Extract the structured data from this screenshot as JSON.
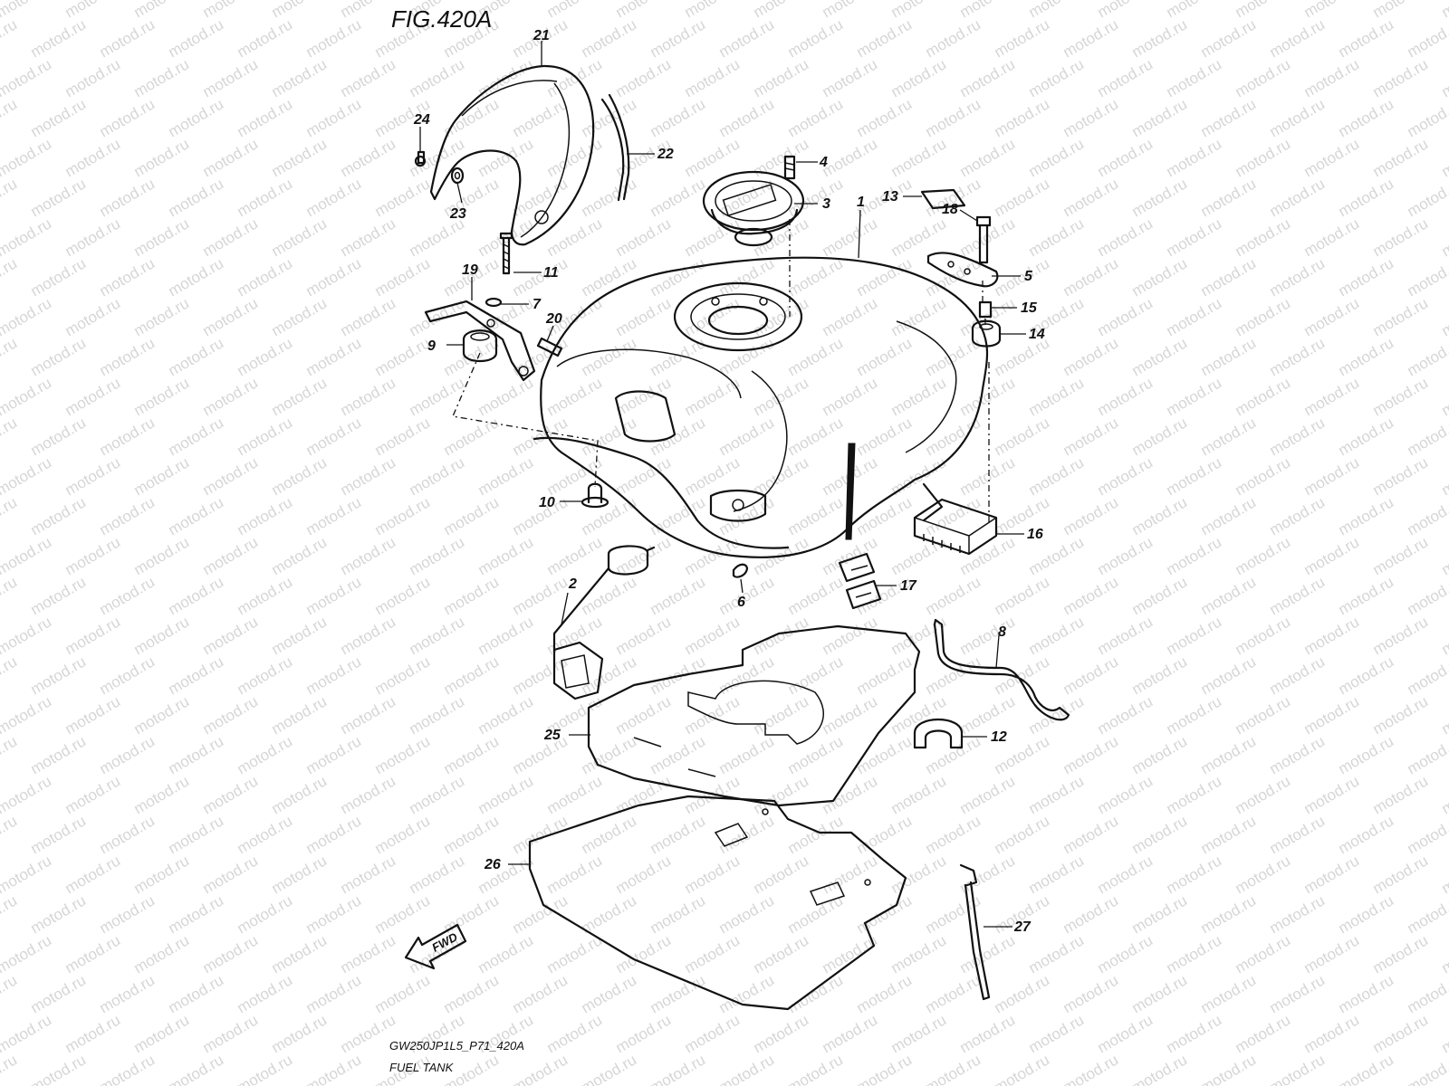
{
  "figure": {
    "title": "FIG.420A",
    "code": "GW250JP1L5_P71_420A",
    "name": "FUEL TANK"
  },
  "watermark": "motod.ru",
  "direction_label": "FWD",
  "callouts": [
    "1",
    "2",
    "3",
    "4",
    "5",
    "6",
    "7",
    "8",
    "9",
    "10",
    "11",
    "12",
    "13",
    "14",
    "15",
    "16",
    "17",
    "18",
    "19",
    "20",
    "21",
    "22",
    "23",
    "24",
    "25",
    "26",
    "27"
  ]
}
